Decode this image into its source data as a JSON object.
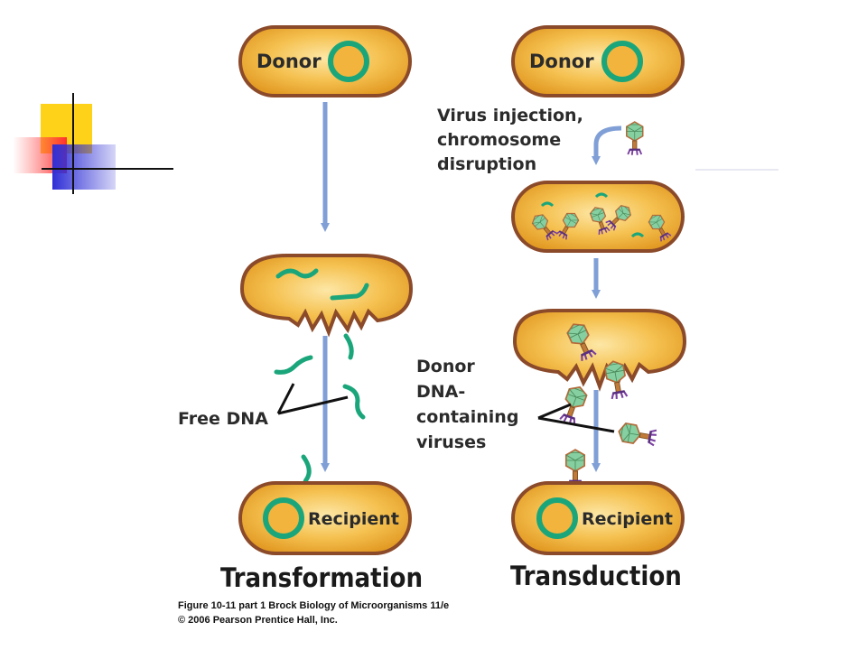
{
  "diagram": {
    "transformation": {
      "donor_label": "Donor",
      "free_dna_label": "Free DNA",
      "recipient_label": "Recipient",
      "title": "Transformation"
    },
    "transduction": {
      "donor_label": "Donor",
      "step1_lines": [
        "Virus injection,",
        "chromosome",
        "disruption"
      ],
      "virus_label_lines": [
        "Donor",
        "DNA-",
        "containing",
        "viruses"
      ],
      "recipient_label": "Recipient",
      "title": "Transduction"
    },
    "caption_lines": [
      "Figure 10-11 part 1  Brock Biology of Microorganisms 11/e",
      "© 2006 Pearson Prentice Hall, Inc."
    ],
    "colors": {
      "cell_fill": "#f2b43c",
      "cell_border": "#8b4a2a",
      "chromosome": "#1aa67a",
      "arrow": "#7f9fd6",
      "phage_head": "#7ec89b",
      "phage_tail": "#7a3fa0"
    }
  }
}
